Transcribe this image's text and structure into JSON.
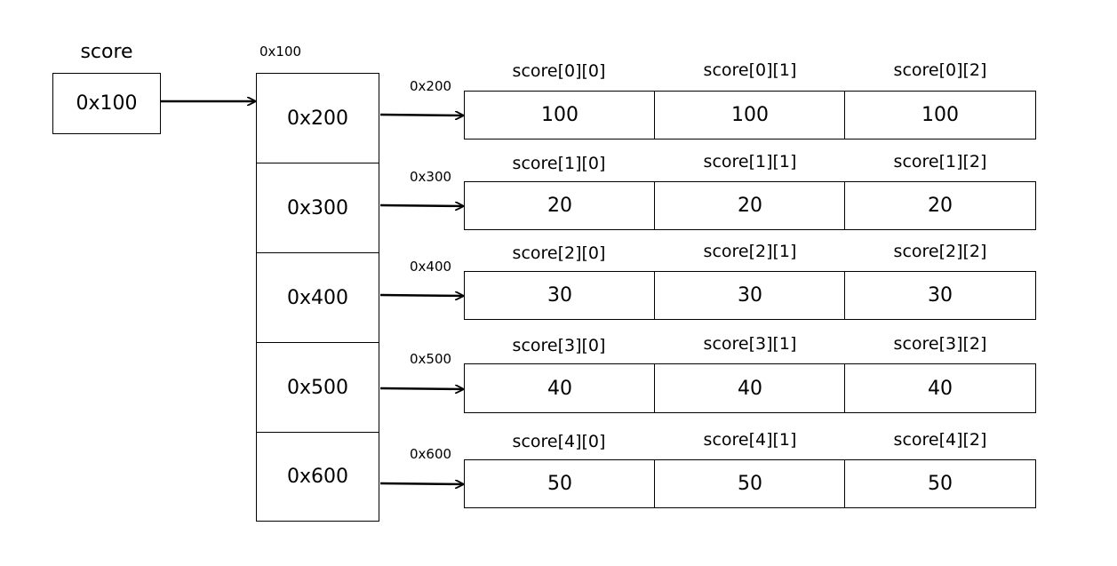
{
  "pointer": {
    "name": "score",
    "value": "0x100"
  },
  "row_array": {
    "address": "0x100",
    "cells": [
      "0x200",
      "0x300",
      "0x400",
      "0x500",
      "0x600"
    ]
  },
  "rows": [
    {
      "address": "0x200",
      "labels": [
        "score[0][0]",
        "score[0][1]",
        "score[0][2]"
      ],
      "values": [
        "100",
        "100",
        "100"
      ]
    },
    {
      "address": "0x300",
      "labels": [
        "score[1][0]",
        "score[1][1]",
        "score[1][2]"
      ],
      "values": [
        "20",
        "20",
        "20"
      ]
    },
    {
      "address": "0x400",
      "labels": [
        "score[2][0]",
        "score[2][1]",
        "score[2][2]"
      ],
      "values": [
        "30",
        "30",
        "30"
      ]
    },
    {
      "address": "0x500",
      "labels": [
        "score[3][0]",
        "score[3][1]",
        "score[3][2]"
      ],
      "values": [
        "40",
        "40",
        "40"
      ]
    },
    {
      "address": "0x600",
      "labels": [
        "score[4][0]",
        "score[4][1]",
        "score[4][2]"
      ],
      "values": [
        "50",
        "50",
        "50"
      ]
    }
  ]
}
